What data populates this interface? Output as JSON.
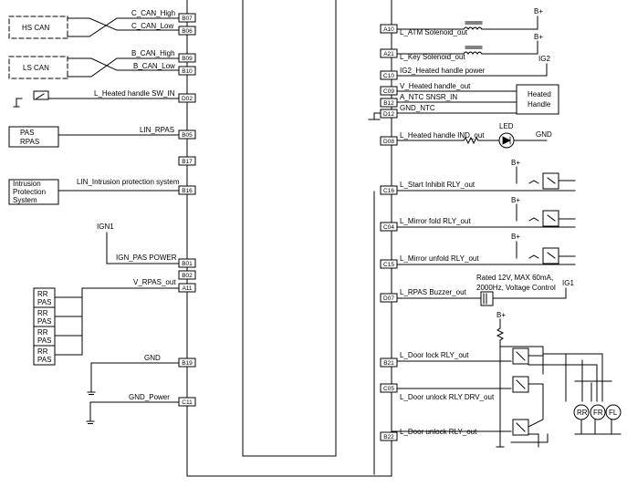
{
  "left_pins": [
    "B07",
    "B06",
    "B09",
    "B10",
    "D02",
    "B05",
    "B17",
    "B16",
    "B01",
    "B02",
    "A11",
    "B19",
    "C11"
  ],
  "right_pins": [
    "A10",
    "A21",
    "C10",
    "C09",
    "B12",
    "D12",
    "D08",
    "C16",
    "C04",
    "C15",
    "D07",
    "B21",
    "C05",
    "B22"
  ],
  "left_boxes": {
    "hs_can": "HS CAN",
    "ls_can": "LS CAN",
    "pas_l1": "PAS",
    "pas_l2": "RPAS",
    "intr_l1": "Intrusion",
    "intr_l2": "Protection",
    "intr_l3": "System",
    "rr_pas_l1": "RR",
    "rr_pas_l2": "PAS"
  },
  "left_signals": {
    "c_can_high": "C_CAN_High",
    "c_can_low": "C_CAN_Low",
    "b_can_high": "B_CAN_High",
    "b_can_low": "B_CAN_Low",
    "heated_sw": "L_Heated handle SW_IN",
    "lin_rpas": "LIN_RPAS",
    "lin_intr": "LIN_Intrusion protection system",
    "ign1": "IGN1",
    "ign_pas_power": "IGN_PAS POWER",
    "v_rpas": "V_RPAS_out",
    "gnd": "GND",
    "gnd_power": "GND_Power"
  },
  "right_signals": {
    "atm_sol": "L_ATM Solenoid_out",
    "key_sol": "L_Key Solenoid_out",
    "ig2_heated": "IG2_Heated handle power",
    "v_heated": "V_Heated handle_out",
    "a_ntc": "A_NTC SNSR_IN",
    "gnd_ntc": "GND_NTC",
    "heated_ind": "L_Heated handle IND_out",
    "start_inhibit": "L_Start Inhibit RLY_out",
    "mirror_fold": "L_Mirror fold RLY_out",
    "mirror_unfold": "L_Mirror unfold RLY_out",
    "rpas_buzzer": "L_RPAS Buzzer_out",
    "door_lock": "L_Door lock RLY_out",
    "door_unlock_drv": "L_Door unlock RLY DRV_out",
    "door_unlock": "L_Door unlock RLY_out"
  },
  "right_misc": {
    "bplus": "B+",
    "ig2": "IG2",
    "heated_l1": "Heated",
    "heated_l2": "Handle",
    "led": "LED",
    "gnd": "GND",
    "buzzer_l1": "Rated 12V, MAX 60mA,",
    "buzzer_l2": "2000Hz, Voltage Control",
    "ig1": "IG1",
    "rr": "RR",
    "fr": "FR",
    "fl": "FL"
  }
}
